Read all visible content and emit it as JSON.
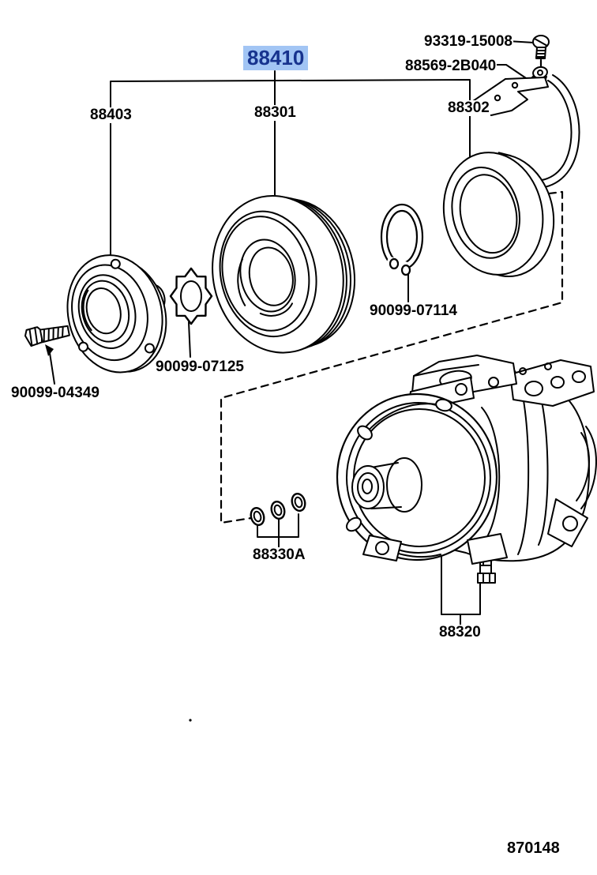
{
  "figure": {
    "number": "870148"
  },
  "highlight": {
    "background": "#a2c5f4",
    "color": "#17338e"
  },
  "parts": {
    "p93319_15008": "93319-15008",
    "p88569_2b040": "88569-2B040",
    "p88410": "88410",
    "p88403": "88403",
    "p88301": "88301",
    "p88302": "88302",
    "p90099_07114": "90099-07114",
    "p90099_07125": "90099-07125",
    "p90099_04349": "90099-04349",
    "p88330a": "88330A",
    "p88320": "88320"
  }
}
